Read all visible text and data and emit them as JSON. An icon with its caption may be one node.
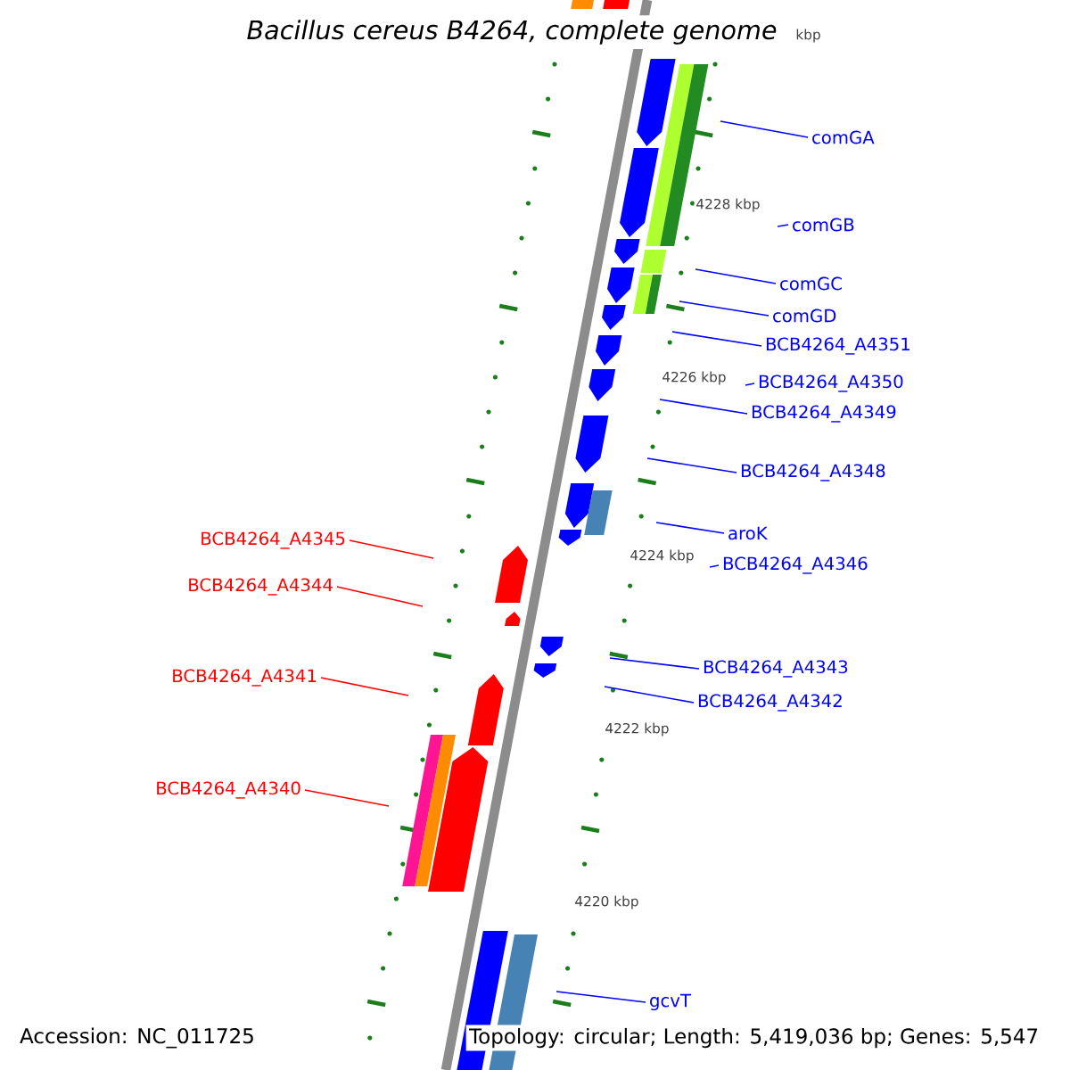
{
  "diagram": {
    "title": "Bacillus cereus B4264, complete genome",
    "nodes": [
      {
        "text": [
          "comGA"
        ]
      },
      {
        "text": [
          "comGB"
        ]
      },
      {
        "text": [
          "comGC"
        ]
      },
      {
        "text": [
          "comGD"
        ]
      },
      {
        "text": [
          "BCB4264_A4351"
        ]
      },
      {
        "text": [
          "BCB4264_A4350"
        ]
      },
      {
        "text": [
          "BCB4264_A4349"
        ]
      },
      {
        "text": [
          "BCB4264_A4348"
        ]
      },
      {
        "text": [
          "BCB4264_A4345"
        ]
      },
      {
        "text": [
          "aroK"
        ]
      },
      {
        "text": [
          "BCB4264_A4346"
        ]
      },
      {
        "text": [
          "BCB4264_A4344"
        ]
      },
      {
        "text": [
          "BCB4264_A4343"
        ]
      },
      {
        "text": [
          "BCB4264_A4341"
        ]
      },
      {
        "text": [
          "BCB4264_A4342"
        ]
      },
      {
        "text": [
          "BCB4264_A4340"
        ]
      },
      {
        "text": [
          "gcvT"
        ]
      }
    ],
    "edges": [
      {
        "from": 0,
        "to": null,
        "arrow": "none"
      },
      {
        "from": 1,
        "to": null,
        "arrow": "none"
      },
      {
        "from": 2,
        "to": null,
        "arrow": "none"
      },
      {
        "from": 3,
        "to": null,
        "arrow": "none"
      },
      {
        "from": 4,
        "to": null,
        "arrow": "none"
      },
      {
        "from": 5,
        "to": null,
        "arrow": "none"
      },
      {
        "from": 6,
        "to": null,
        "arrow": "none"
      },
      {
        "from": 7,
        "to": null,
        "arrow": "none"
      },
      {
        "from": 8,
        "to": null,
        "arrow": "none",
        "color": "#ff0000"
      },
      {
        "from": 9,
        "to": null,
        "arrow": "none"
      },
      {
        "from": 10,
        "to": null,
        "arrow": "none"
      },
      {
        "from": 11,
        "to": null,
        "arrow": "none",
        "color": "#ff0000"
      },
      {
        "from": 12,
        "to": null,
        "arrow": "none"
      },
      {
        "from": 13,
        "to": null,
        "arrow": "none",
        "color": "#ff0000"
      },
      {
        "from": 14,
        "to": null,
        "arrow": "none"
      },
      {
        "from": 15,
        "to": null,
        "arrow": "none",
        "color": "#ff0000"
      },
      {
        "from": 16,
        "to": null,
        "arrow": "none"
      }
    ],
    "labels": [
      "kbp",
      "4228 kbp",
      "4226 kbp",
      "4224 kbp",
      "4222 kbp",
      "4220 kbp",
      "Accession: NC_011725",
      "Topology: circular; Length: 5,419,036 bp; Genes: 5,547"
    ]
  }
}
